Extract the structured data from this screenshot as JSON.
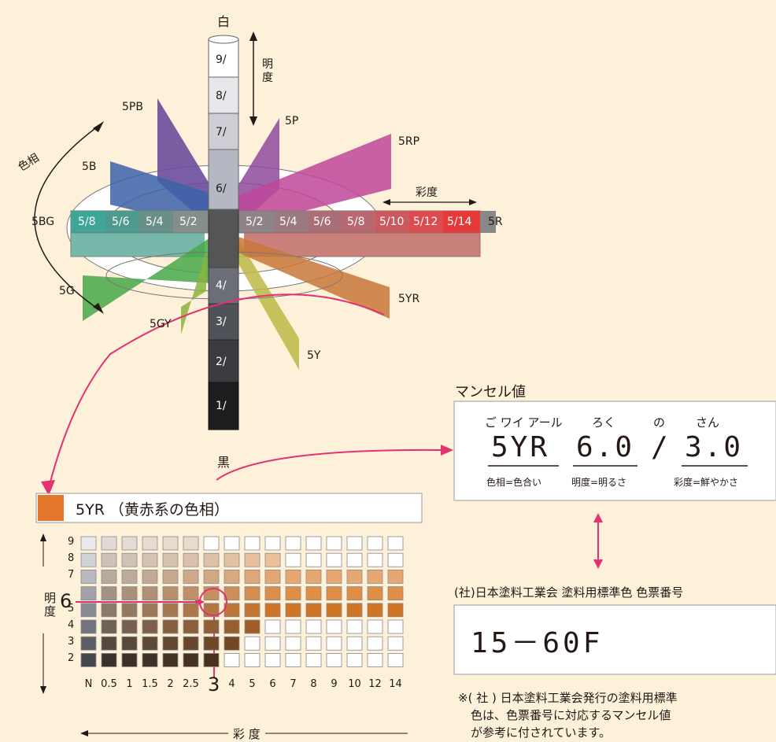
{
  "solid": {
    "white_label": "白",
    "black_label": "黒",
    "value_axis_label": "明\n度",
    "hue_label": "色相",
    "chroma_label": "彩度",
    "values": [
      "9/",
      "8/",
      "7/",
      "6/",
      "4/",
      "3/",
      "2/",
      "1/"
    ],
    "hues": [
      "5PB",
      "5P",
      "5RP",
      "5B",
      "5BG",
      "5R",
      "5G",
      "5YR",
      "5GY",
      "5Y"
    ],
    "row_labels": [
      "5/8",
      "5/6",
      "5/4",
      "5/2",
      "5/2",
      "5/4",
      "5/6",
      "5/8",
      "5/10",
      "5/12",
      "5/14"
    ]
  },
  "munsell": {
    "title": "マンセル値",
    "readings": [
      "ご ワイ アール",
      "ろく",
      "の",
      "さん"
    ],
    "hue": "5YR",
    "value": "6.0",
    "slash": "/",
    "chroma": "3.0",
    "hue_caption": "色相=色合い",
    "value_caption": "明度=明るさ",
    "chroma_caption": "彩度=鮮やかさ"
  },
  "standard": {
    "title": "(社)日本塗料工業会 塗料用標準色 色票番号",
    "code": "15－60F",
    "note_line1": "※( 社 ) 日本塗料工業会発行の塗料用標準",
    "note_line2": "色は、色票番号に対応するマンセル値",
    "note_line3": "が参考に付されています。"
  },
  "chart": {
    "title": "5YR  （黄赤系の色相）",
    "swatch_color": "#E4782A",
    "value_axis": "明\n度",
    "chroma_axis": "彩 度",
    "value_ticks": [
      "9",
      "8",
      "7",
      "6",
      "5",
      "4",
      "3",
      "2"
    ],
    "chroma_ticks": [
      "N",
      "0.5",
      "1",
      "1.5",
      "2",
      "2.5",
      "3",
      "4",
      "5",
      "6",
      "7",
      "8",
      "9",
      "10",
      "12",
      "14"
    ],
    "highlight_value": "6",
    "highlight_chroma": "3"
  }
}
